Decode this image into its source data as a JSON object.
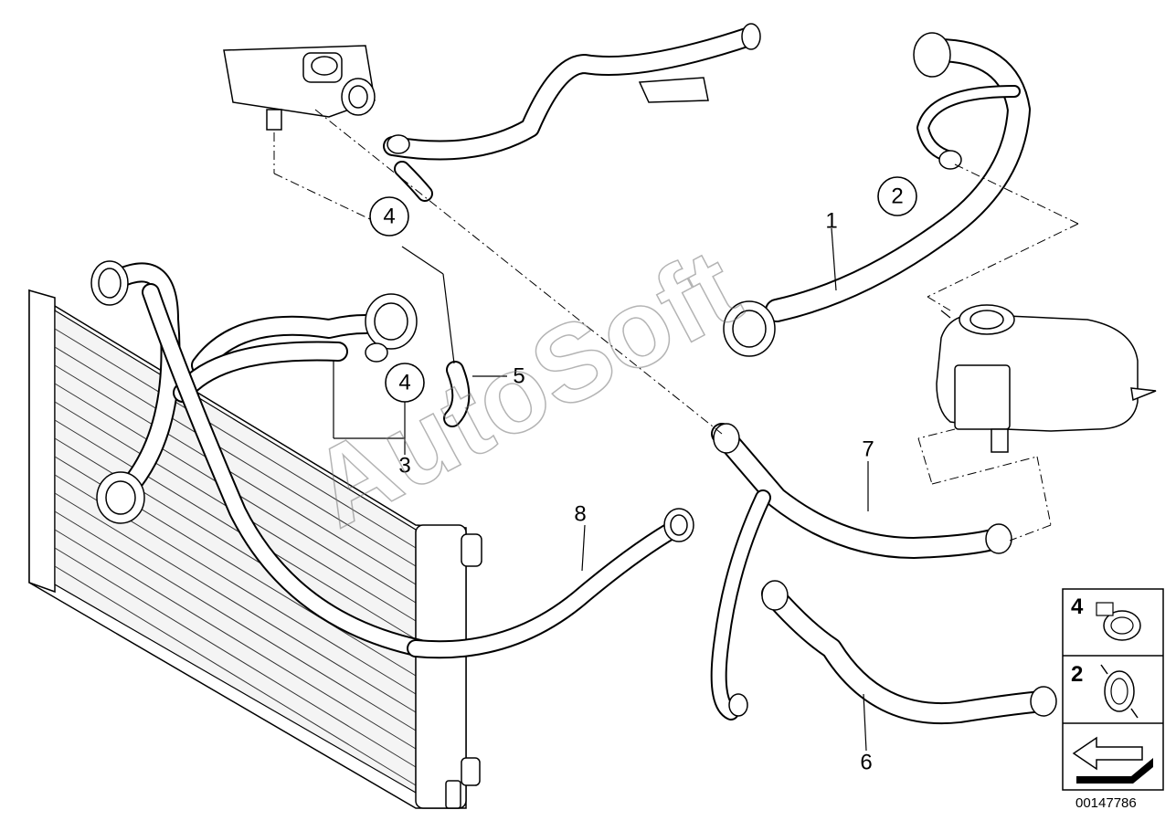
{
  "callouts": {
    "c1": "1",
    "c2": "2",
    "c3": "3",
    "c4a": "4",
    "c4b": "4",
    "c5": "5",
    "c6": "6",
    "c7": "7",
    "c8": "8"
  },
  "legend": {
    "item_4": "4",
    "item_2": "2"
  },
  "watermark": "AutoSoft",
  "drawing_number": "00147786",
  "icons": [
    "hose-clamp-icon",
    "spring-clip-icon",
    "arrow-icon"
  ]
}
